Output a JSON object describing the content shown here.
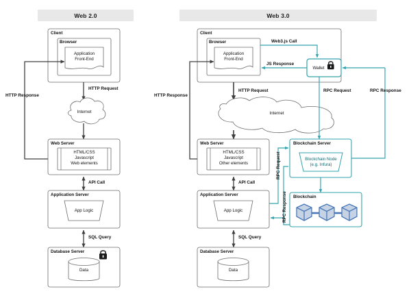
{
  "diagram": {
    "title_web2": "Web 2.0",
    "title_web3": "Web 3.0",
    "type": "architecture-comparison",
    "colors": {
      "header_bar": "#e8e8e8",
      "box_stroke": "#5a5a5a",
      "arrow_dark": "#3d3d3d",
      "teal": "#31a3ad",
      "teal_text": "#0f6b73",
      "blockchain_blue": "#4a78b8",
      "cube_fill": "#c5d3e4"
    }
  },
  "web2": {
    "client": {
      "label": "Client",
      "browser": {
        "label": "Browser",
        "app": "Application\nFront-End",
        "app_line1": "Application",
        "app_line2": "Front-End"
      }
    },
    "internet": {
      "label": "Internet"
    },
    "web_server": {
      "label": "Web Server",
      "contents_line1": "HTML/CSS",
      "contents_line2": "Javascript",
      "contents_line3": "Web elements"
    },
    "app_server": {
      "label": "Application Server",
      "logic": "App Logic"
    },
    "db_server": {
      "label": "Database Server",
      "data": "Data",
      "lock_icon": "lock-icon"
    },
    "flows": {
      "http_response": "HTTP Response",
      "http_request": "HTTP Request",
      "api_call": "API Call",
      "sql_query": "SQL Query"
    }
  },
  "web3": {
    "client": {
      "label": "Client",
      "browser": {
        "label": "Browser",
        "app_line1": "Application",
        "app_line2": "Front-End"
      },
      "wallet": {
        "label": "Wallet",
        "lock_icon": "lock-icon"
      }
    },
    "internet": {
      "label": "Internet"
    },
    "web_server": {
      "label": "Web Server",
      "contents_line1": "HTML/CSS",
      "contents_line2": "Javascript",
      "contents_line3": "Other elements"
    },
    "app_server": {
      "label": "Application Server",
      "logic": "App Logic"
    },
    "db_server": {
      "label": "Database Server",
      "data": "Data"
    },
    "blockchain_server": {
      "label": "Blockchain Server",
      "node_line1": "Blockchain Node",
      "node_line2": "(e.g. Infura)"
    },
    "blockchain": {
      "label": "Blockchain",
      "blocks": 3
    },
    "flows": {
      "http_response": "HTTP Response",
      "http_request": "HTTP Request",
      "web3js_call": "Web3.js Call",
      "js_response": "JS Response",
      "rpc_request_top": "RPC Request",
      "rpc_response_top": "RPC Response",
      "api_call": "API Call",
      "sql_query": "SQL Query",
      "rpc_request_side": "RPC Request",
      "rpc_response_side": "RPC Response"
    }
  }
}
